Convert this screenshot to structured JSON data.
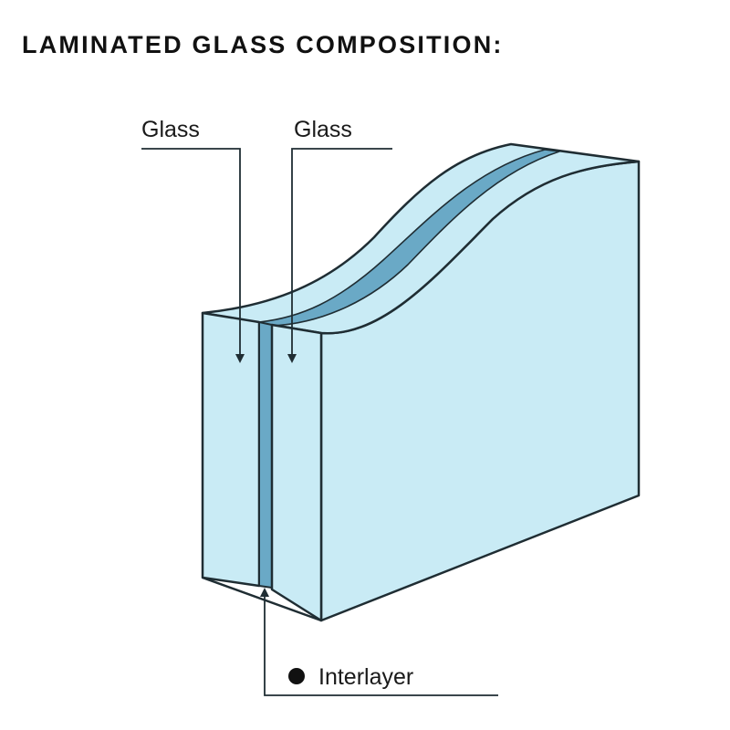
{
  "title": "LAMINATED GLASS COMPOSITION:",
  "labels": {
    "glass_left": "Glass",
    "glass_right": "Glass",
    "interlayer": "Interlayer"
  },
  "colors": {
    "glass": "#c9ebf5",
    "interlayer": "#6aa9c6",
    "outline": "#1f2d33",
    "text": "#1a1a1a"
  }
}
